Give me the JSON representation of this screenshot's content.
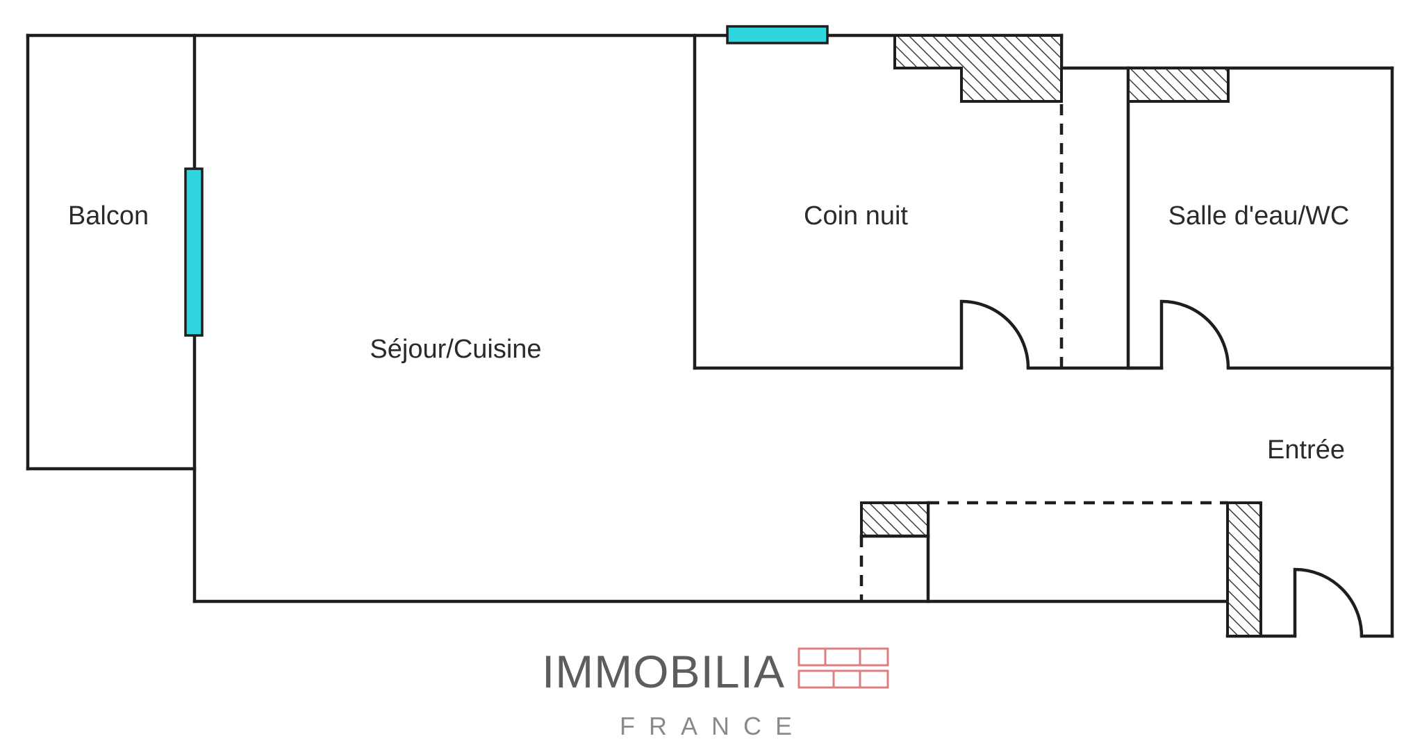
{
  "rooms": {
    "balcon": "Balcon",
    "sejour": "Séjour/Cuisine",
    "coin_nuit": "Coin nuit",
    "salle_eau": "Salle d'eau/WC",
    "entree": "Entrée"
  },
  "brand": {
    "name": "IMMOBILIA",
    "sub": "FRANCE"
  },
  "colors": {
    "wall": "#1e1e1e",
    "window": "#2fd6e0",
    "logo_accent": "#d98181"
  }
}
